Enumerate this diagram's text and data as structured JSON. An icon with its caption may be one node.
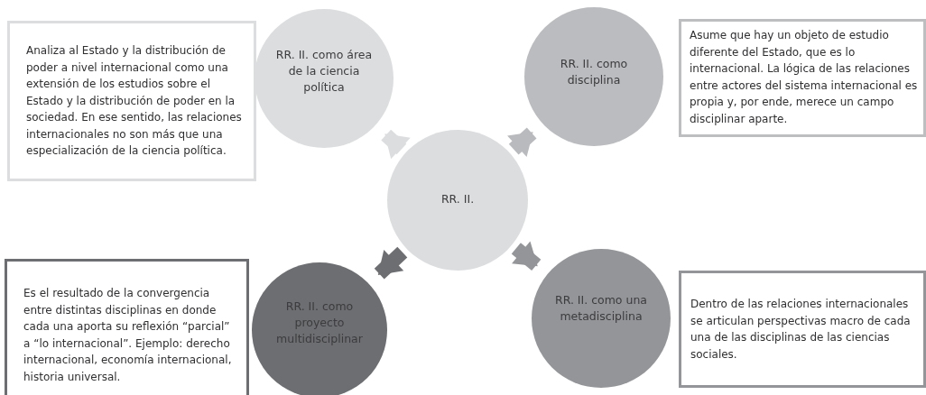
{
  "diagram": {
    "nodes": [
      {
        "text": [
          "Analiza al Estado y la distribución de poder a nivel internacional como una extensión de los estudios sobre el Estado y la distribución de poder en la sociedad. En ese sentido, las relaciones internacionales no son más que una especialización de la ciencia política."
        ]
      },
      {
        "text": [
          "RR. II. como área de la ciencia política"
        ]
      },
      {
        "text": [
          "RR. II. como disciplina"
        ]
      },
      {
        "text": [
          "Asume que hay un objeto de estudio diferente del Estado, que es lo internacional. La lógica de las relaciones entre actores del sistema internacional es propia y, por ende, merece un campo disciplinar aparte."
        ]
      },
      {
        "text": [
          "RR. II."
        ]
      },
      {
        "text": [
          "Es el resultado de la convergencia entre distintas disciplinas en donde cada una aporta su reflexión “parcial” a “lo internacional”. Ejemplo: derecho internacional, economía internacional, historia universal."
        ]
      },
      {
        "text": [
          "RR. II. como proyecto multidisciplinar"
        ]
      },
      {
        "text": [
          "RR. II. como una metadisciplina"
        ]
      },
      {
        "text": [
          "Dentro de las relaciones internacionales se articulan perspectivas macro de cada una de las disciplinas de las ciencias sociales."
        ]
      }
    ],
    "edges": [
      {
        "from": 4,
        "to": 1,
        "arrow": "to",
        "color": "#dcdddf"
      },
      {
        "from": 4,
        "to": 2,
        "arrow": "to",
        "color": "#b9babd"
      },
      {
        "from": 4,
        "to": 6,
        "arrow": "to",
        "color": "#6d6e71"
      },
      {
        "from": 4,
        "to": 7,
        "arrow": "to",
        "color": "#939598"
      }
    ]
  }
}
